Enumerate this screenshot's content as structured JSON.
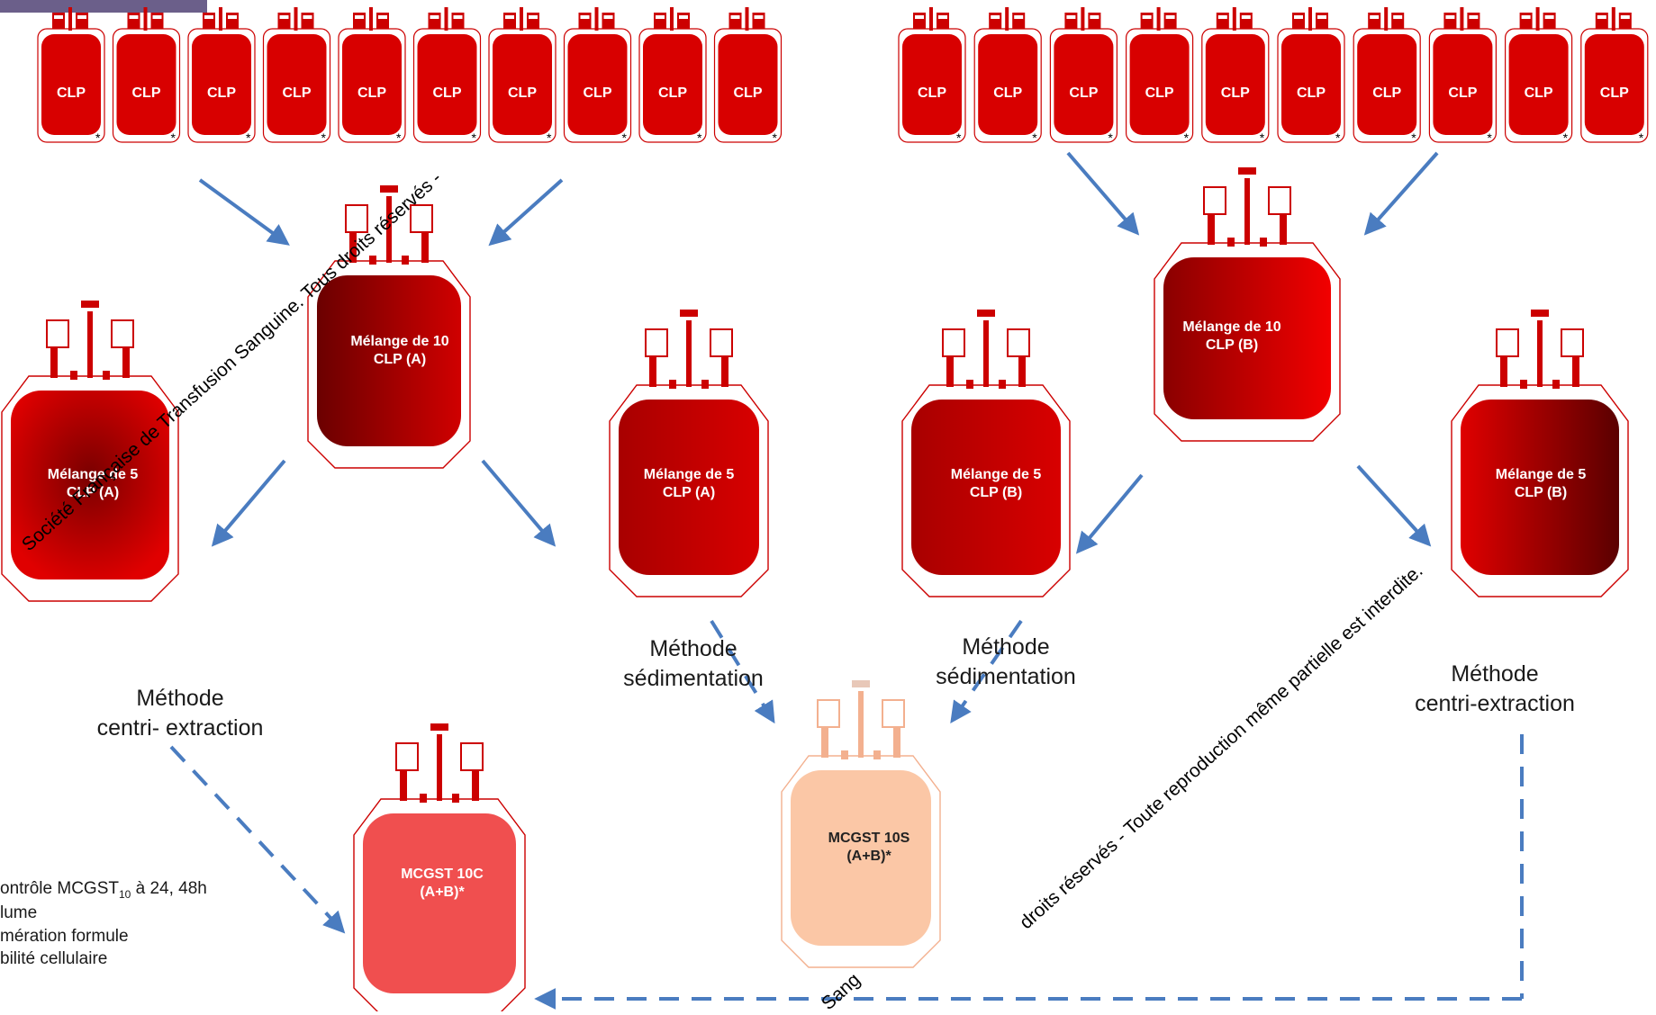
{
  "top_bag_label": "CLP",
  "mix10": [
    {
      "line1": "Mélange de 10",
      "line2": "CLP (A)"
    },
    {
      "line1": "Mélange de 10",
      "line2": "CLP (B)"
    }
  ],
  "mix5": [
    {
      "line1": "Mélange de 5",
      "line2": "CLP (A)"
    },
    {
      "line1": "Mélange de 5",
      "line2": "CLP (A)"
    },
    {
      "line1": "Mélange de 5",
      "line2": "CLP (B)"
    },
    {
      "line1": "Mélange de 5",
      "line2": "CLP (B)"
    }
  ],
  "final": [
    {
      "line1": "MCGST 10C",
      "line2": "(A+B)*",
      "color": "#f04f4f"
    },
    {
      "line1": "MCGST 10S",
      "line2": "(A+B)*",
      "color": "#fbc7a6"
    }
  ],
  "methods": {
    "left": {
      "line1": "Méthode",
      "line2": "centri- extraction"
    },
    "mid1": {
      "line1": "Méthode",
      "line2": "sédimentation"
    },
    "mid2": {
      "line1": "Méthode",
      "line2": "sédimentation"
    },
    "right": {
      "line1": "Méthode",
      "line2": "centri-extraction"
    }
  },
  "note": {
    "line1_pre": "ontrôle MCGST",
    "line1_sub": "10",
    "line1_post": " à 24, 48h",
    "line2": "lume",
    "line3": "mération formule",
    "line4": "bilité cellulaire"
  },
  "watermarks": {
    "wm1": "Société Française de Transfusion Sanguine. Tous droits réservés -",
    "wm2": "droits réservés - Toute reproduction même partielle est interdite.",
    "wm3": "Sang"
  },
  "colors": {
    "bag_red": "#d40000",
    "bag_dark": "#8a0a0a",
    "arrow": "#4a7cc0",
    "final_c": "#f04f4f",
    "final_s": "#fbc7a6"
  }
}
